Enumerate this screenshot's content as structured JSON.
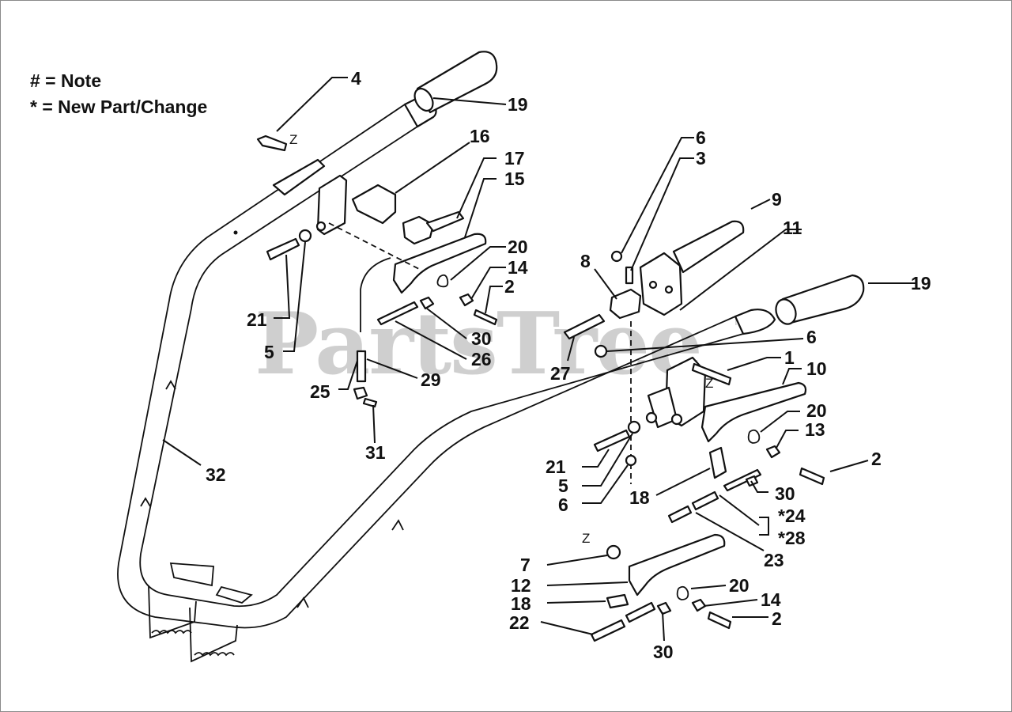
{
  "legend": {
    "note": "# = Note",
    "new_part": "* = New Part/Change"
  },
  "watermark": {
    "text": "PartsTree",
    "trademark": "TM"
  },
  "callouts": [
    {
      "id": "c4",
      "text": "4"
    },
    {
      "id": "c19a",
      "text": "19"
    },
    {
      "id": "c16",
      "text": "16"
    },
    {
      "id": "c17",
      "text": "17"
    },
    {
      "id": "c15",
      "text": "15"
    },
    {
      "id": "c20a",
      "text": "20"
    },
    {
      "id": "c14a",
      "text": "14"
    },
    {
      "id": "c2a",
      "text": "2"
    },
    {
      "id": "c30a",
      "text": "30"
    },
    {
      "id": "c26",
      "text": "26"
    },
    {
      "id": "c29",
      "text": "29"
    },
    {
      "id": "c25",
      "text": "25"
    },
    {
      "id": "c31",
      "text": "31"
    },
    {
      "id": "c21a",
      "text": "21"
    },
    {
      "id": "c5a",
      "text": "5"
    },
    {
      "id": "c32",
      "text": "32"
    },
    {
      "id": "c6a",
      "text": "6"
    },
    {
      "id": "c3",
      "text": "3"
    },
    {
      "id": "c9",
      "text": "9"
    },
    {
      "id": "c11",
      "text": "11"
    },
    {
      "id": "c8",
      "text": "8"
    },
    {
      "id": "c19b",
      "text": "19"
    },
    {
      "id": "c6b",
      "text": "6"
    },
    {
      "id": "c27",
      "text": "27"
    },
    {
      "id": "c1",
      "text": "1"
    },
    {
      "id": "c10",
      "text": "10"
    },
    {
      "id": "c20b",
      "text": "20"
    },
    {
      "id": "c13",
      "text": "13"
    },
    {
      "id": "c2b",
      "text": "2"
    },
    {
      "id": "c21b",
      "text": "21"
    },
    {
      "id": "c5b",
      "text": "5"
    },
    {
      "id": "c6c",
      "text": "6"
    },
    {
      "id": "c18a",
      "text": "18"
    },
    {
      "id": "c30b",
      "text": "30"
    },
    {
      "id": "c24",
      "text": "*24"
    },
    {
      "id": "c28",
      "text": "*28"
    },
    {
      "id": "c23",
      "text": "23"
    },
    {
      "id": "c7",
      "text": "7"
    },
    {
      "id": "c12",
      "text": "12"
    },
    {
      "id": "c20c",
      "text": "20"
    },
    {
      "id": "c18b",
      "text": "18"
    },
    {
      "id": "c14b",
      "text": "14"
    },
    {
      "id": "c22",
      "text": "22"
    },
    {
      "id": "c2c",
      "text": "2"
    },
    {
      "id": "c30c",
      "text": "30"
    }
  ],
  "z_markers": [
    "Z",
    "Z",
    "Z"
  ]
}
